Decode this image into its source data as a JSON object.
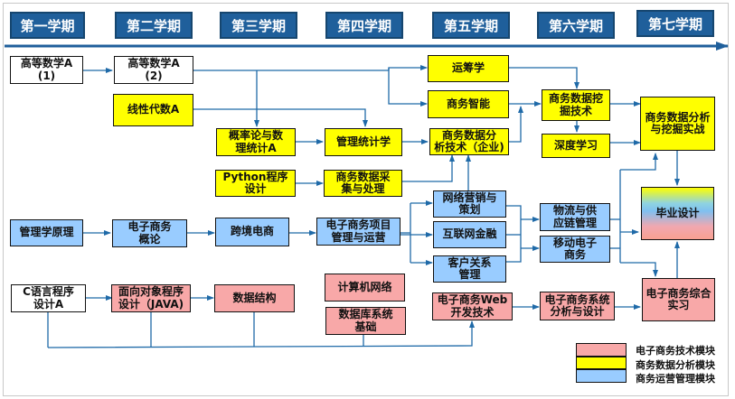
{
  "semesters": [
    "第一学期",
    "第二学期",
    "第三学期",
    "第四学期",
    "第五学期",
    "第六学期",
    "第七学期"
  ],
  "courses": {
    "math_a1": {
      "line1": "高等数学A",
      "line2": "(1)",
      "module": "none"
    },
    "math_a2": {
      "line1": "高等数学A",
      "line2": "(2)",
      "module": "none"
    },
    "linear_algebra": {
      "line1": "线性代数A",
      "module": "data"
    },
    "probability": {
      "line1": "概率论与数",
      "line2": "理统计A",
      "module": "data"
    },
    "python": {
      "line1": "Python程序",
      "line2": "设计",
      "module": "data"
    },
    "mgmt_stats": {
      "line1": "管理统计学",
      "module": "data"
    },
    "data_collection": {
      "line1": "商务数据采",
      "line2": "集与处理",
      "module": "data"
    },
    "operations_research": {
      "line1": "运筹学",
      "module": "data"
    },
    "business_intelligence": {
      "line1": "商务智能",
      "module": "data"
    },
    "data_analysis_tech": {
      "line1": "商务数据分",
      "line2": "析技术（企业)",
      "module": "data"
    },
    "data_mining": {
      "line1": "商务数据挖",
      "line2": "掘技术",
      "module": "data"
    },
    "deep_learning": {
      "line1": "深度学习",
      "module": "data"
    },
    "analysis_practice": {
      "line1": "商务数据分析",
      "line2": "与挖掘实战",
      "module": "data"
    },
    "mgmt_principles": {
      "line1": "管理学原理",
      "module": "ops"
    },
    "ec_intro": {
      "line1": "电子商务",
      "line2": "概论",
      "module": "ops"
    },
    "cross_border": {
      "line1": "跨境电商",
      "module": "ops"
    },
    "ec_project": {
      "line1": "电子商务项目",
      "line2": "管理与运营",
      "module": "ops"
    },
    "net_marketing": {
      "line1": "网络营销与",
      "line2": "策划",
      "module": "ops"
    },
    "internet_finance": {
      "line1": "互联网金融",
      "module": "ops"
    },
    "crm": {
      "line1": "客户关系",
      "line2": "管理",
      "module": "ops"
    },
    "logistics": {
      "line1": "物流与供",
      "line2": "应链管理",
      "module": "ops"
    },
    "mobile_ec": {
      "line1": "移动电子",
      "line2": "商务",
      "module": "ops"
    },
    "graduation": {
      "line1": "毕业设计",
      "module": "mixed"
    },
    "c_programming": {
      "line1": "C语言程序",
      "line2": "设计A",
      "module": "none"
    },
    "oop_java": {
      "line1": "面向对象程序",
      "line2": "设计（JAVA)",
      "module": "tech"
    },
    "data_structures": {
      "line1": "数据结构",
      "module": "tech"
    },
    "computer_network": {
      "line1": "计算机网络",
      "module": "tech"
    },
    "database": {
      "line1": "数据库系统",
      "line2": "基础",
      "module": "tech"
    },
    "web_dev": {
      "line1": "电子商务Web",
      "line2": "开发技术",
      "module": "tech"
    },
    "system_analysis": {
      "line1": "电子商务系统",
      "line2": "分析与设计",
      "module": "tech"
    },
    "ec_internship": {
      "line1": "电子商务综合",
      "line2": "实习",
      "module": "tech"
    }
  },
  "legend": [
    {
      "label": "电子商务技术模块",
      "color": "#f8a8a8"
    },
    {
      "label": "商务数据分析模块",
      "color": "#ffff00"
    },
    {
      "label": "商务运营管理模块",
      "color": "#99ccff"
    }
  ],
  "colors": {
    "semester_bg": "#1f5f9b",
    "timeline": "#1f5f9b",
    "connector": "#1f6aa8",
    "tech": "#f8a8a8",
    "data": "#ffff00",
    "ops": "#99ccff"
  }
}
